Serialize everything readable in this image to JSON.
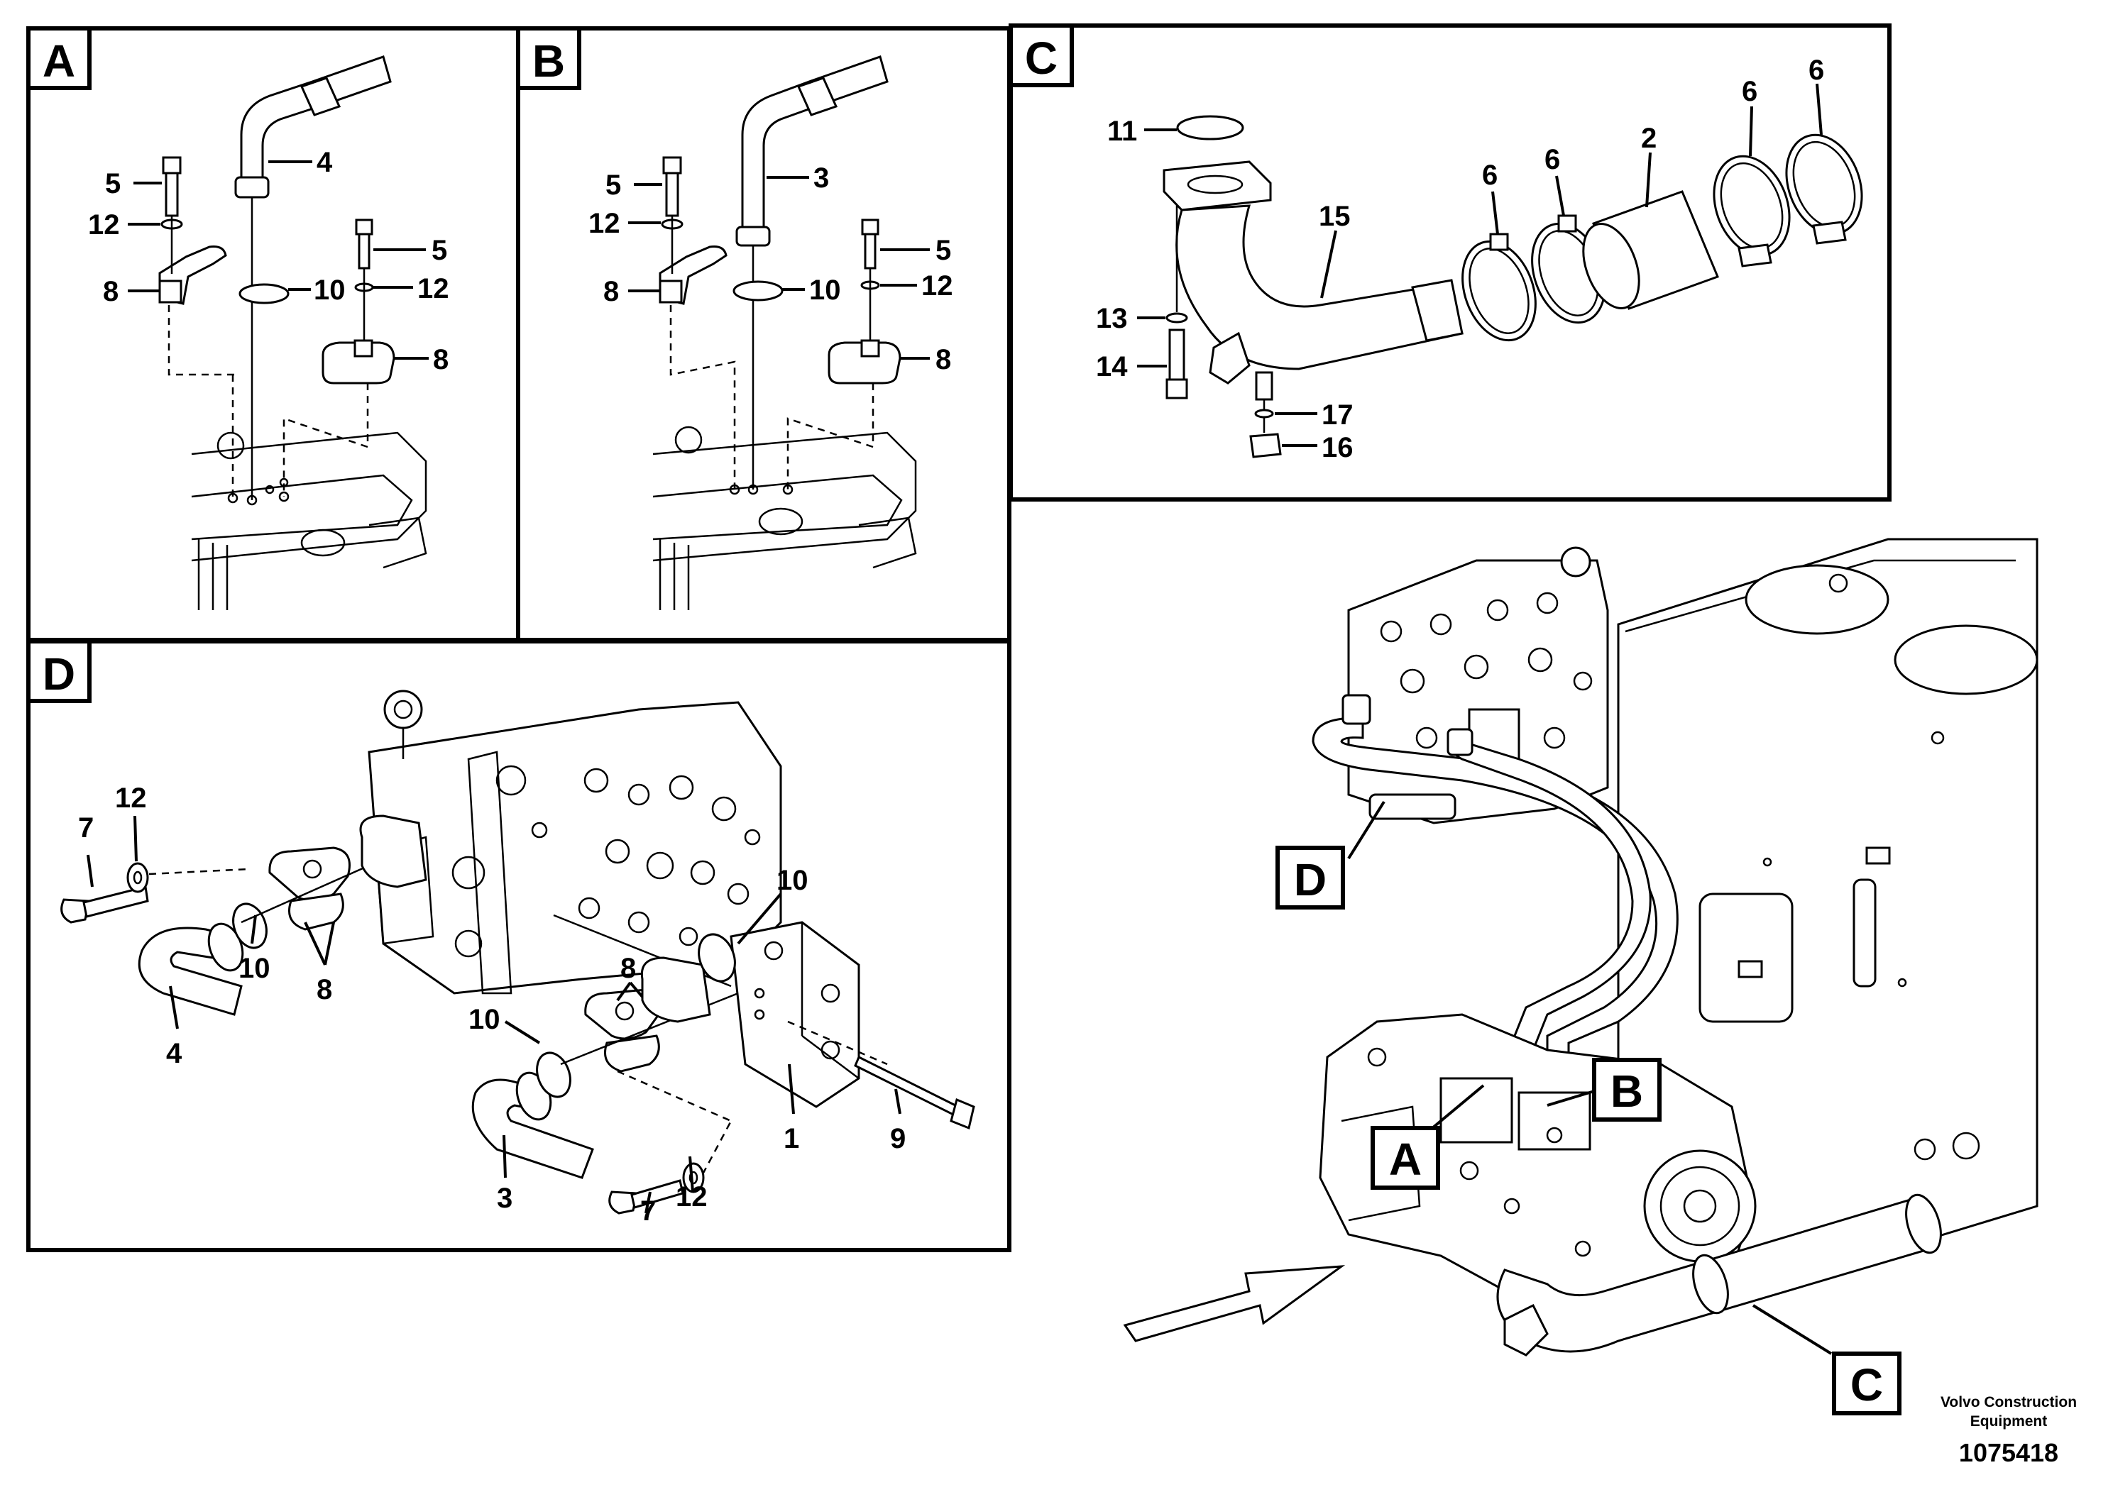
{
  "panels": {
    "A": {
      "label": "A",
      "callouts": [
        {
          "id": "a4",
          "text": "4"
        },
        {
          "id": "a5l",
          "text": "5"
        },
        {
          "id": "a12l",
          "text": "12"
        },
        {
          "id": "a8l",
          "text": "8"
        },
        {
          "id": "a5r",
          "text": "5"
        },
        {
          "id": "a10",
          "text": "10"
        },
        {
          "id": "a12r",
          "text": "12"
        },
        {
          "id": "a8r",
          "text": "8"
        }
      ]
    },
    "B": {
      "label": "B",
      "callouts": [
        {
          "id": "b3",
          "text": "3"
        },
        {
          "id": "b5l",
          "text": "5"
        },
        {
          "id": "b12l",
          "text": "12"
        },
        {
          "id": "b8l",
          "text": "8"
        },
        {
          "id": "b5r",
          "text": "5"
        },
        {
          "id": "b10",
          "text": "10"
        },
        {
          "id": "b12r",
          "text": "12"
        },
        {
          "id": "b8r",
          "text": "8"
        }
      ]
    },
    "C": {
      "label": "C",
      "callouts": [
        {
          "id": "c11",
          "text": "11"
        },
        {
          "id": "c15",
          "text": "15"
        },
        {
          "id": "c6a",
          "text": "6"
        },
        {
          "id": "c6b",
          "text": "6"
        },
        {
          "id": "c2",
          "text": "2"
        },
        {
          "id": "c6c",
          "text": "6"
        },
        {
          "id": "c6d",
          "text": "6"
        },
        {
          "id": "c13",
          "text": "13"
        },
        {
          "id": "c14",
          "text": "14"
        },
        {
          "id": "c17",
          "text": "17"
        },
        {
          "id": "c16",
          "text": "16"
        }
      ]
    },
    "D": {
      "label": "D",
      "callouts": [
        {
          "id": "d7a",
          "text": "7"
        },
        {
          "id": "d12a",
          "text": "12"
        },
        {
          "id": "d10a",
          "text": "10"
        },
        {
          "id": "d8a",
          "text": "8"
        },
        {
          "id": "d4",
          "text": "4"
        },
        {
          "id": "d10b",
          "text": "10"
        },
        {
          "id": "d8b",
          "text": "8"
        },
        {
          "id": "d10c",
          "text": "10"
        },
        {
          "id": "d1",
          "text": "1"
        },
        {
          "id": "d9",
          "text": "9"
        },
        {
          "id": "d3",
          "text": "3"
        },
        {
          "id": "d7b",
          "text": "7"
        },
        {
          "id": "d12b",
          "text": "12"
        }
      ]
    }
  },
  "overview": {
    "markers": {
      "A": "A",
      "B": "B",
      "C": "C",
      "D": "D"
    }
  },
  "footer": {
    "brand_line1": "Volvo Construction",
    "brand_line2": "Equipment",
    "doc_number": "1075418"
  }
}
